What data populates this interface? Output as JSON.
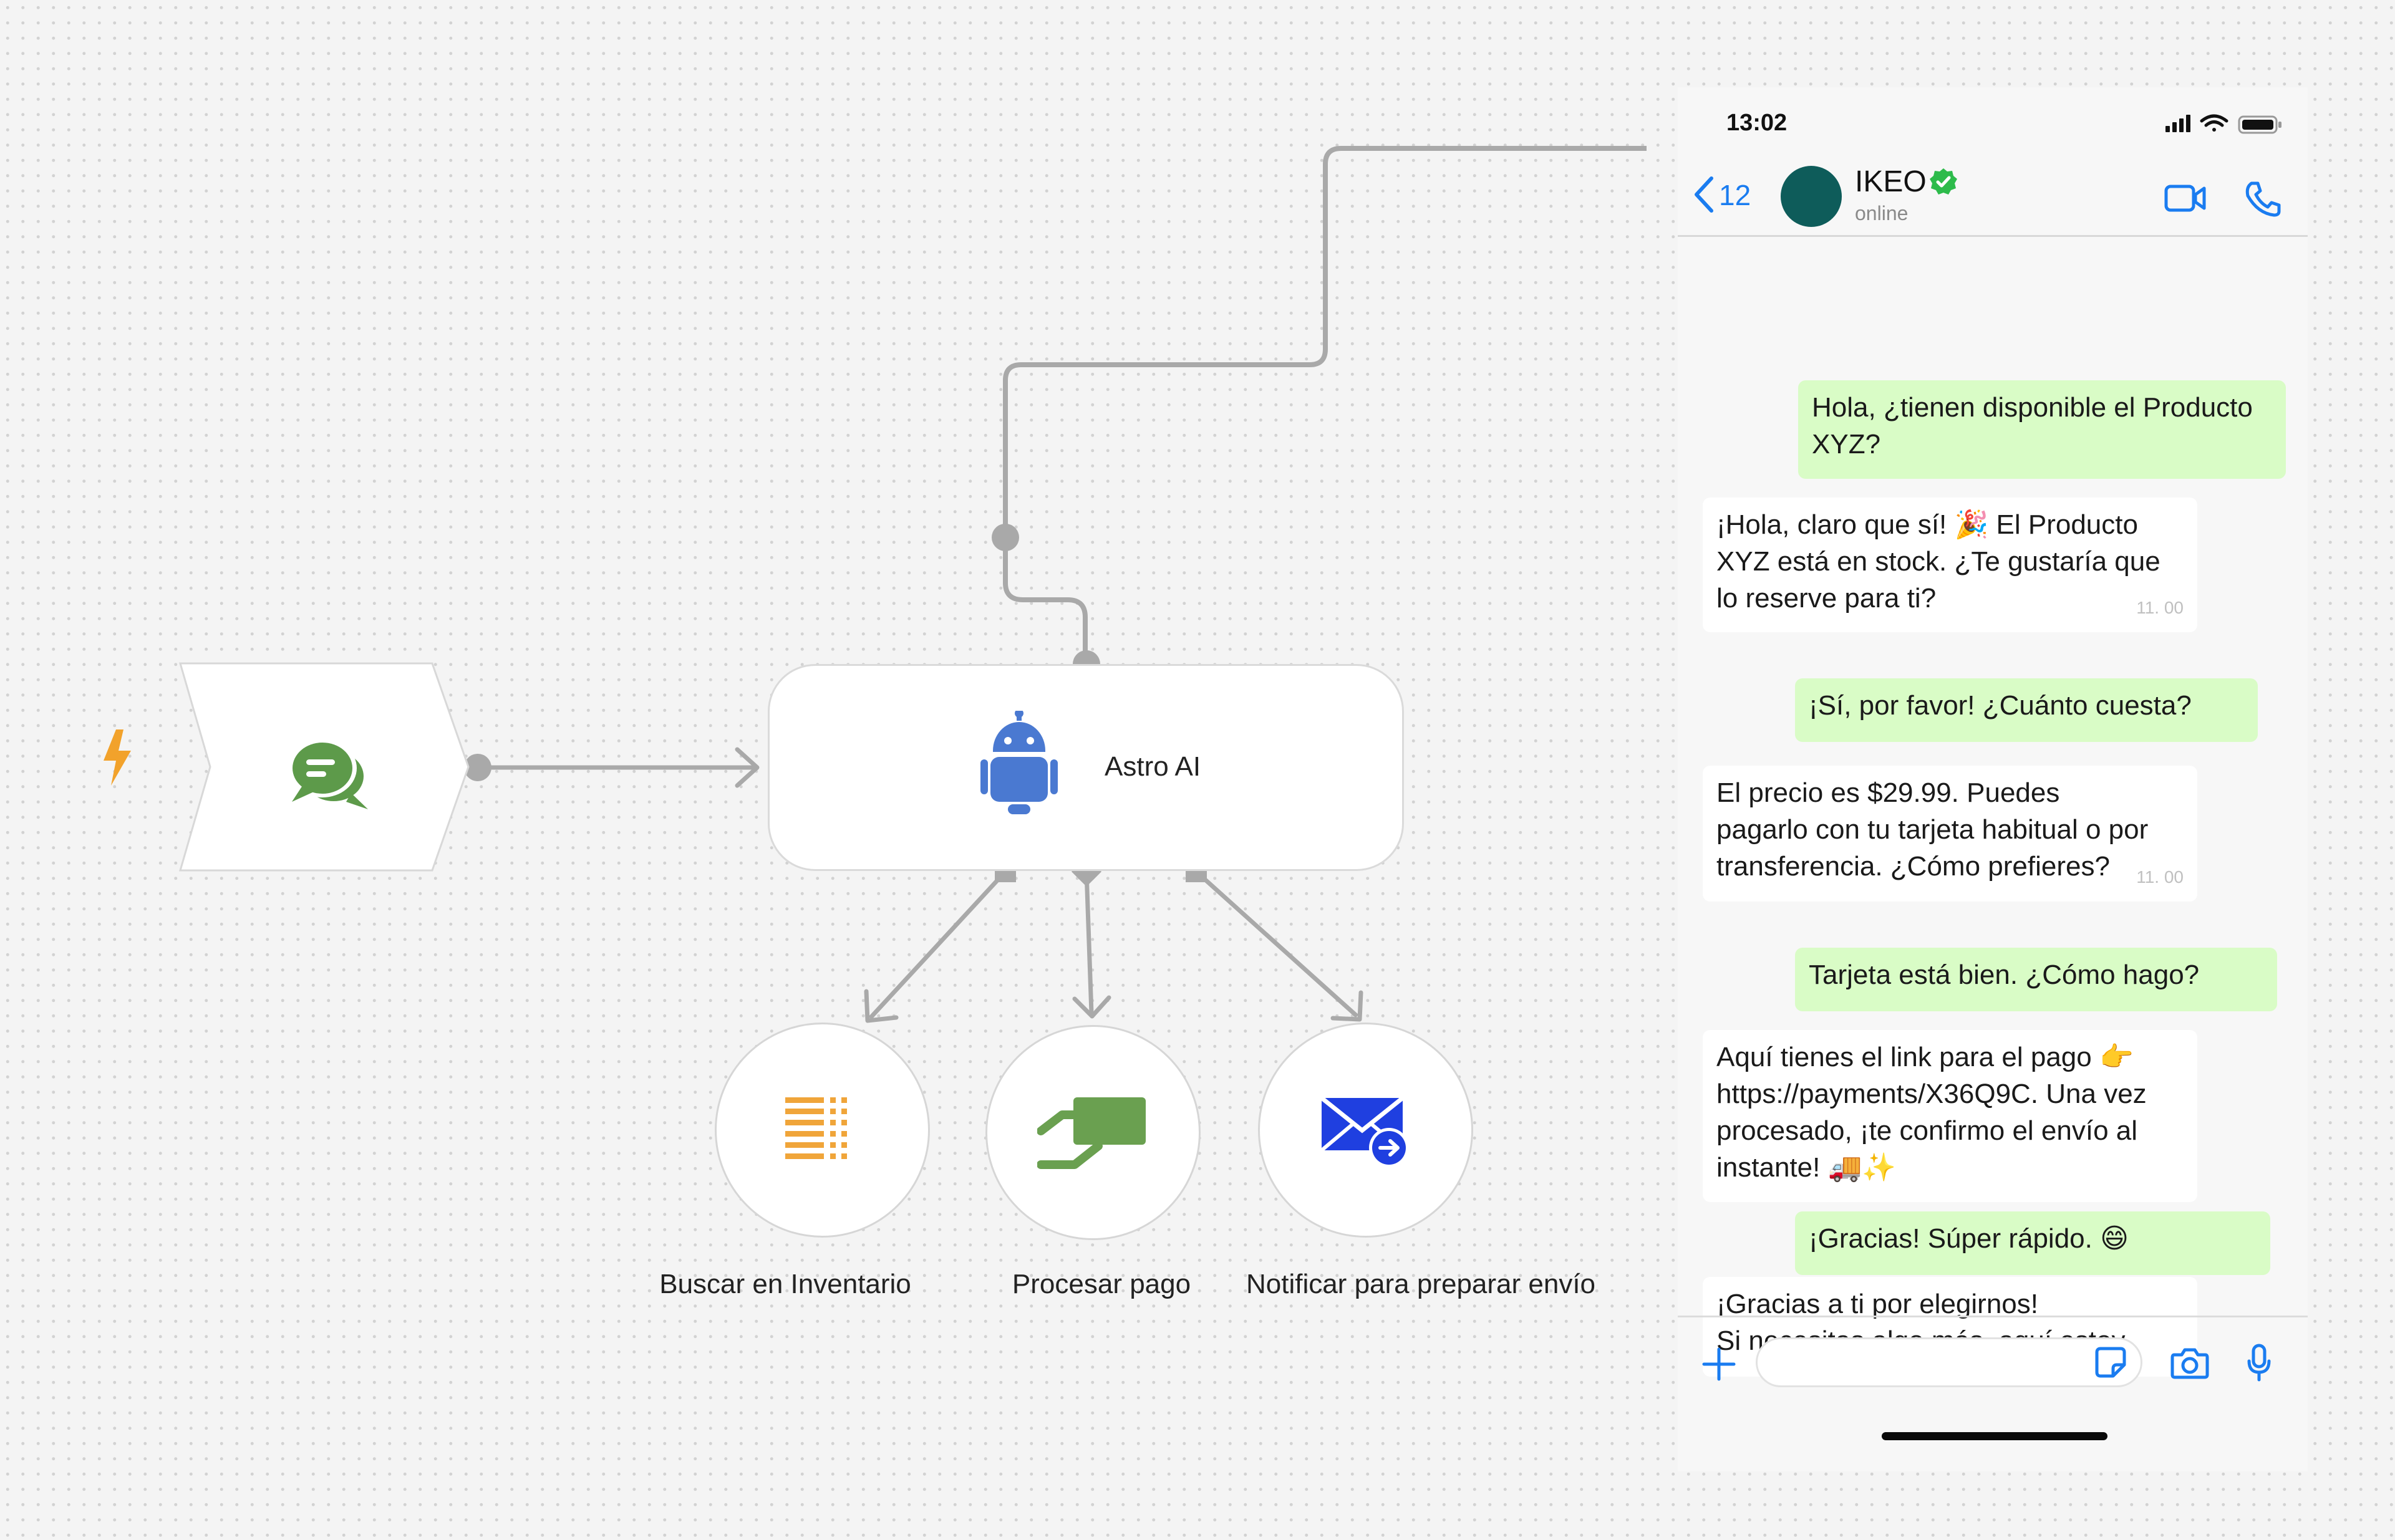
{
  "flow": {
    "agent_label": "Astro AI",
    "tools": [
      {
        "label": "Buscar en Inventario"
      },
      {
        "label": "Procesar pago"
      },
      {
        "label": "Notificar para preparar envío"
      }
    ]
  },
  "phone": {
    "time": "13:02",
    "back_count": "12",
    "contact_name": "IKEO",
    "contact_status": "online",
    "messages": [
      {
        "direction": "out",
        "lines": [
          "Hola, ¿tienen disponible el Producto",
          "XYZ?"
        ],
        "time": ""
      },
      {
        "direction": "in",
        "lines": [
          "¡Hola, claro que sí! 🎉 El Producto",
          "XYZ está en stock. ¿Te gustaría que",
          "lo reserve para ti?"
        ],
        "time": "11. 00"
      },
      {
        "direction": "out",
        "lines": [
          "¡Sí, por favor! ¿Cuánto cuesta?"
        ],
        "time": ""
      },
      {
        "direction": "in",
        "lines": [
          "El precio es $29.99. Puedes",
          "pagarlo con tu tarjeta habitual o por",
          "transferencia. ¿Cómo prefieres?"
        ],
        "time": "11. 00"
      },
      {
        "direction": "out",
        "lines": [
          "Tarjeta está bien. ¿Cómo hago?"
        ],
        "time": ""
      },
      {
        "direction": "in",
        "lines": [
          "Aquí tienes el link para el pago 👉",
          "https://payments/X36Q9C. Una vez",
          "procesado, ¡te confirmo el envío al",
          "instante! 🚚✨"
        ],
        "time": ""
      },
      {
        "direction": "out",
        "lines": [
          "¡Gracias! Súper rápido. 😄"
        ],
        "time": ""
      },
      {
        "direction": "in",
        "lines": [
          "¡Gracias a ti por elegirnos!",
          "Si necesitas algo más, aquí estoy."
        ],
        "time": ""
      }
    ]
  },
  "colors": {
    "edge": "#a9a9a9",
    "trigger_bolt": "#f2a22b",
    "chat_icon": "#5d9a4a",
    "robot": "#4a79d1",
    "inventory_icon": "#f0a53a",
    "payment_icon": "#6aa050",
    "mail_icon": "#1f3fe0",
    "accent": "#1a7cf0",
    "bubble_out": "#d9fcc6",
    "avatar": "#0e5c5a",
    "verified": "#2dbb4b"
  },
  "icons": {
    "trigger": "lightning-bolt-icon",
    "trigger_node": "chat-bubbles-icon",
    "agent": "robot-icon",
    "tools": [
      "list-icon",
      "card-payment-icon",
      "mail-send-icon"
    ],
    "phone_header": [
      "chevron-left-icon",
      "verified-icon",
      "video-call-icon",
      "phone-icon"
    ],
    "composer": [
      "plus-icon",
      "sticker-icon",
      "camera-icon",
      "microphone-icon"
    ]
  }
}
